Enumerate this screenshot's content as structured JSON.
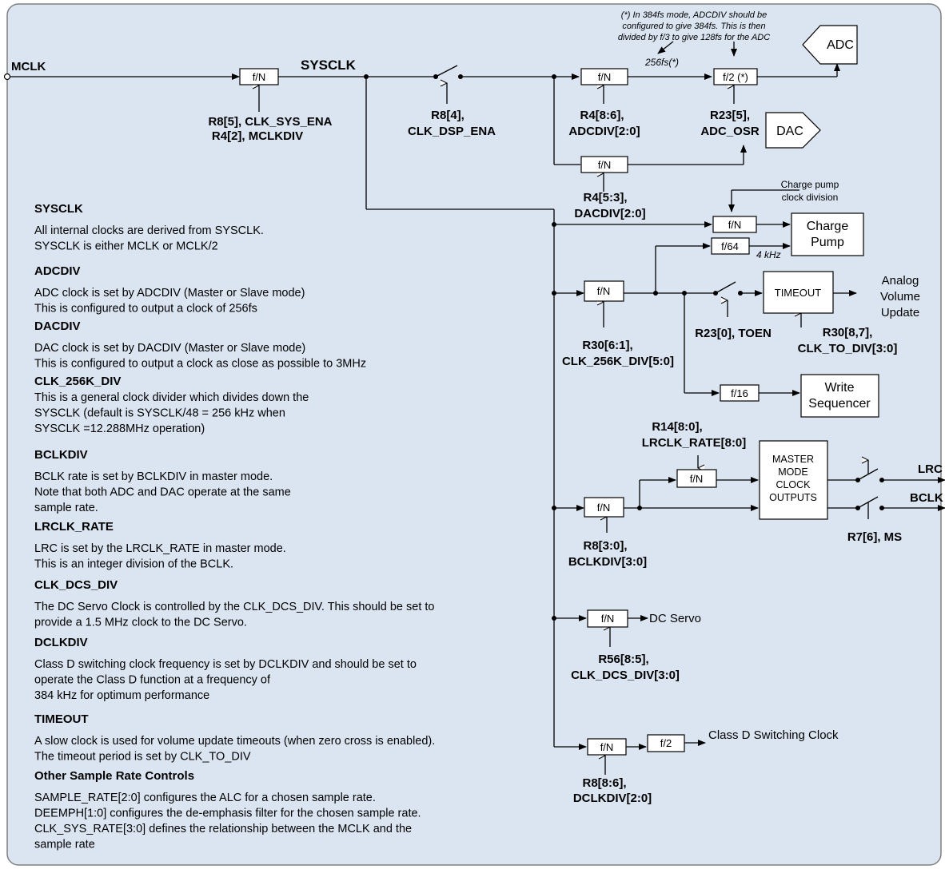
{
  "signals": {
    "mclk": "MCLK",
    "sysclk": "SYSCLK",
    "adc": "ADC",
    "dac": "DAC",
    "lrc": "LRC",
    "bclk": "BCLK",
    "dc_servo": "DC Servo",
    "class_d_clock": "Class D Switching Clock"
  },
  "blocks": {
    "fn": "f/N",
    "f2_star": "f/2 (*)",
    "f64": "f/64",
    "f16": "f/16",
    "f2": "f/2",
    "charge_pump": [
      "Charge",
      "Pump"
    ],
    "timeout": "TIMEOUT",
    "write_seq": [
      "Write",
      "Sequencer"
    ],
    "master_mode": [
      "MASTER",
      "MODE",
      "CLOCK",
      "OUTPUTS"
    ],
    "analog_volume": [
      "Analog",
      "Volume",
      "Update"
    ]
  },
  "labels": {
    "r8_5": [
      "R8[5], CLK_SYS_ENA",
      "R4[2], MCLKDIV"
    ],
    "r8_4": [
      "R8[4],",
      "CLK_DSP_ENA"
    ],
    "r4_8_6": [
      "R4[8:6],",
      "ADCDIV[2:0]"
    ],
    "r23_5": [
      "R23[5],",
      "ADC_OSR"
    ],
    "r4_5_3": [
      "R4[5:3],",
      "DACDIV[2:0]"
    ],
    "r30_6_1": [
      "R30[6:1],",
      "CLK_256K_DIV[5:0]"
    ],
    "r23_0": "R23[0], TOEN",
    "r30_8_7": [
      "R30[8,7],",
      "CLK_TO_DIV[3:0]"
    ],
    "r14": [
      "R14[8:0],",
      "LRCLK_RATE[8:0]"
    ],
    "r8_3_0": [
      "R8[3:0],",
      "BCLKDIV[3:0]"
    ],
    "r7_6": "R7[6], MS",
    "r56": [
      "R56[8:5],",
      "CLK_DCS_DIV[3:0]"
    ],
    "r8_8_6": [
      "R8[8:6],",
      "DCLKDIV[2:0]"
    ]
  },
  "notes": {
    "adc_note": [
      "(*) In 384fs mode, ADCDIV should be",
      "configured to give 384fs. This is then",
      "divided by f/3 to give 128fs for the ADC"
    ],
    "fs256": "256fs(*)",
    "charge_pump_div": [
      "Charge pump",
      "clock division"
    ],
    "khz4": "4 kHz"
  },
  "descriptions": [
    {
      "title": "SYSCLK",
      "lines": [
        "All internal clocks are derived from SYSCLK.",
        "SYSCLK is either MCLK or MCLK/2"
      ]
    },
    {
      "title": "ADCDIV",
      "lines": [
        "ADC clock is set by ADCDIV (Master or Slave mode)",
        "This is configured to output a clock of 256fs"
      ]
    },
    {
      "title": "DACDIV",
      "lines": [
        "DAC clock is set by DACDIV (Master or Slave mode)",
        "This is configured to output a clock as close as possible to 3MHz"
      ]
    },
    {
      "title": "CLK_256K_DIV",
      "lines": [
        "This is a general clock divider which divides down the",
        "SYSCLK (default is SYSCLK/48 = 256 kHz when",
        "SYSCLK =12.288MHz operation)"
      ]
    },
    {
      "title": "BCLKDIV",
      "lines": [
        "BCLK rate is set by BCLKDIV in master mode.",
        "Note that both ADC and DAC operate at the same",
        "sample rate."
      ]
    },
    {
      "title": "LRCLK_RATE",
      "lines": [
        "LRC is set by the LRCLK_RATE in master mode.",
        "This is an integer division of the BCLK."
      ]
    },
    {
      "title": "CLK_DCS_DIV",
      "lines": [
        "The DC Servo Clock is controlled by the CLK_DCS_DIV. This should be set to",
        "provide a 1.5 MHz clock to the DC Servo."
      ]
    },
    {
      "title": "DCLKDIV",
      "lines": [
        "Class D switching clock frequency is set by DCLKDIV and should be set to",
        "operate the Class D function at a frequency of",
        "384 kHz for optimum performance"
      ]
    },
    {
      "title": "TIMEOUT",
      "lines": [
        "A slow clock is used for volume update timeouts (when zero cross is enabled).",
        "The timeout period is set by CLK_TO_DIV"
      ]
    },
    {
      "title": "Other Sample Rate Controls",
      "lines": [
        "SAMPLE_RATE[2:0] configures the ALC for a chosen sample rate.",
        "DEEMPH[1:0] configures the de-emphasis filter for the chosen sample rate.",
        "CLK_SYS_RATE[3:0] defines the relationship between the MCLK and the",
        "sample rate"
      ]
    }
  ],
  "colors": {
    "panel_fill": "#dbe5f1",
    "panel_stroke": "#7f7f7f",
    "wire": "#000000"
  }
}
